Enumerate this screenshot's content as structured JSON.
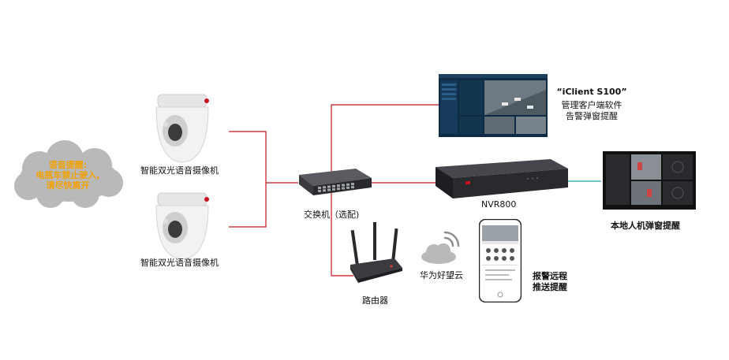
{
  "colors": {
    "link_red": "#c8141e",
    "link_cyan": "#1aa3b8",
    "cloud_grey": "#b9b9b9",
    "voice_text": "#f2a100",
    "device_dark": "#2a2a2e"
  },
  "voice_prompt": {
    "title": "语音提醒:",
    "line1": "电瓶车禁止驶入,",
    "line2": "请尽快离开"
  },
  "camera_top": {
    "label": "智能双光语音摄像机",
    "icon": "dome-camera-icon"
  },
  "camera_bottom": {
    "label": "智能双光语音摄像机",
    "icon": "dome-camera-icon"
  },
  "switch": {
    "label": "交换机（选配)",
    "icon": "network-switch-icon"
  },
  "router": {
    "label": "路由器",
    "icon": "wifi-router-icon"
  },
  "huawei_cloud": {
    "label": "华为好望云",
    "icon": "wifi-cloud-icon"
  },
  "client": {
    "title": "“iClient S100”",
    "line1": "管理客户端软件",
    "line2": "告警弹窗提醒",
    "icon": "client-monitor-icon"
  },
  "nvr": {
    "label": "NVR800",
    "icon": "nvr-recorder-icon"
  },
  "local_display": {
    "label": "本地人机弹窗提醒",
    "icon": "display-monitor-icon"
  },
  "phone": {
    "line1": "报警远程",
    "line2": "推送提醒",
    "icon": "smartphone-icon"
  }
}
